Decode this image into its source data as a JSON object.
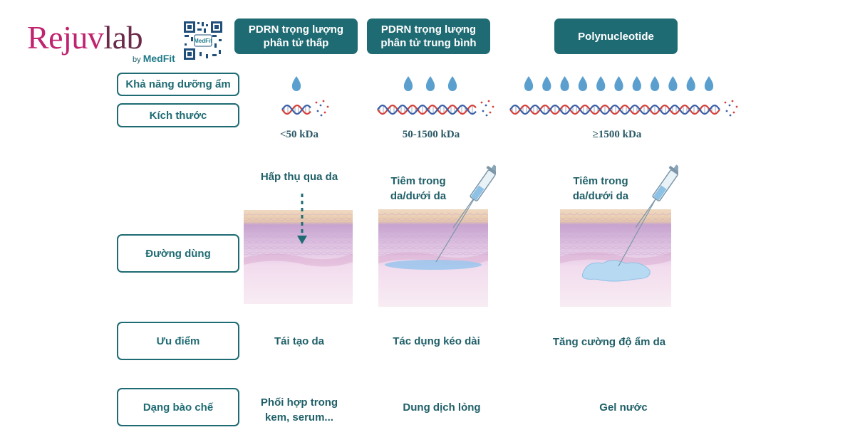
{
  "brand": {
    "name_part1": "Rejuv",
    "name_part2": "lab",
    "by": "by",
    "by_brand": "MedFit",
    "qr_text": "MedFit"
  },
  "columns": [
    {
      "header": "PDRN trọng lượng\nphân tử thấp",
      "size_label": "<50 kDa",
      "droplets": 1,
      "route_text": "Hấp thụ qua da",
      "advantage": "Tái tạo da",
      "formulation": "Phối hợp trong\nkem, serum..."
    },
    {
      "header": "PDRN trọng lượng\nphân tử trung bình",
      "size_label": "50-1500 kDa",
      "droplets": 3,
      "route_text": "Tiêm trong\nda/dưới da",
      "advantage": "Tác dụng kéo dài",
      "formulation": "Dung dịch lỏng"
    },
    {
      "header": "Polynucleotide",
      "size_label": "≥1500 kDa",
      "droplets": 11,
      "route_text": "Tiêm trong\nda/dưới da",
      "advantage": "Tăng cường độ ẩm da",
      "formulation": "Gel nước"
    }
  ],
  "rows": {
    "moisture": "Khả năng dưỡng ẩm",
    "size": "Kích thước",
    "route": "Đường dùng",
    "advantage": "Ưu điểm",
    "formulation": "Dạng bào chế"
  },
  "colors": {
    "accent": "#1f6b73",
    "brand": "#c0236f",
    "droplet": "#5b9fcf",
    "dna_red": "#d6403a",
    "dna_blue": "#3a5fa8"
  }
}
